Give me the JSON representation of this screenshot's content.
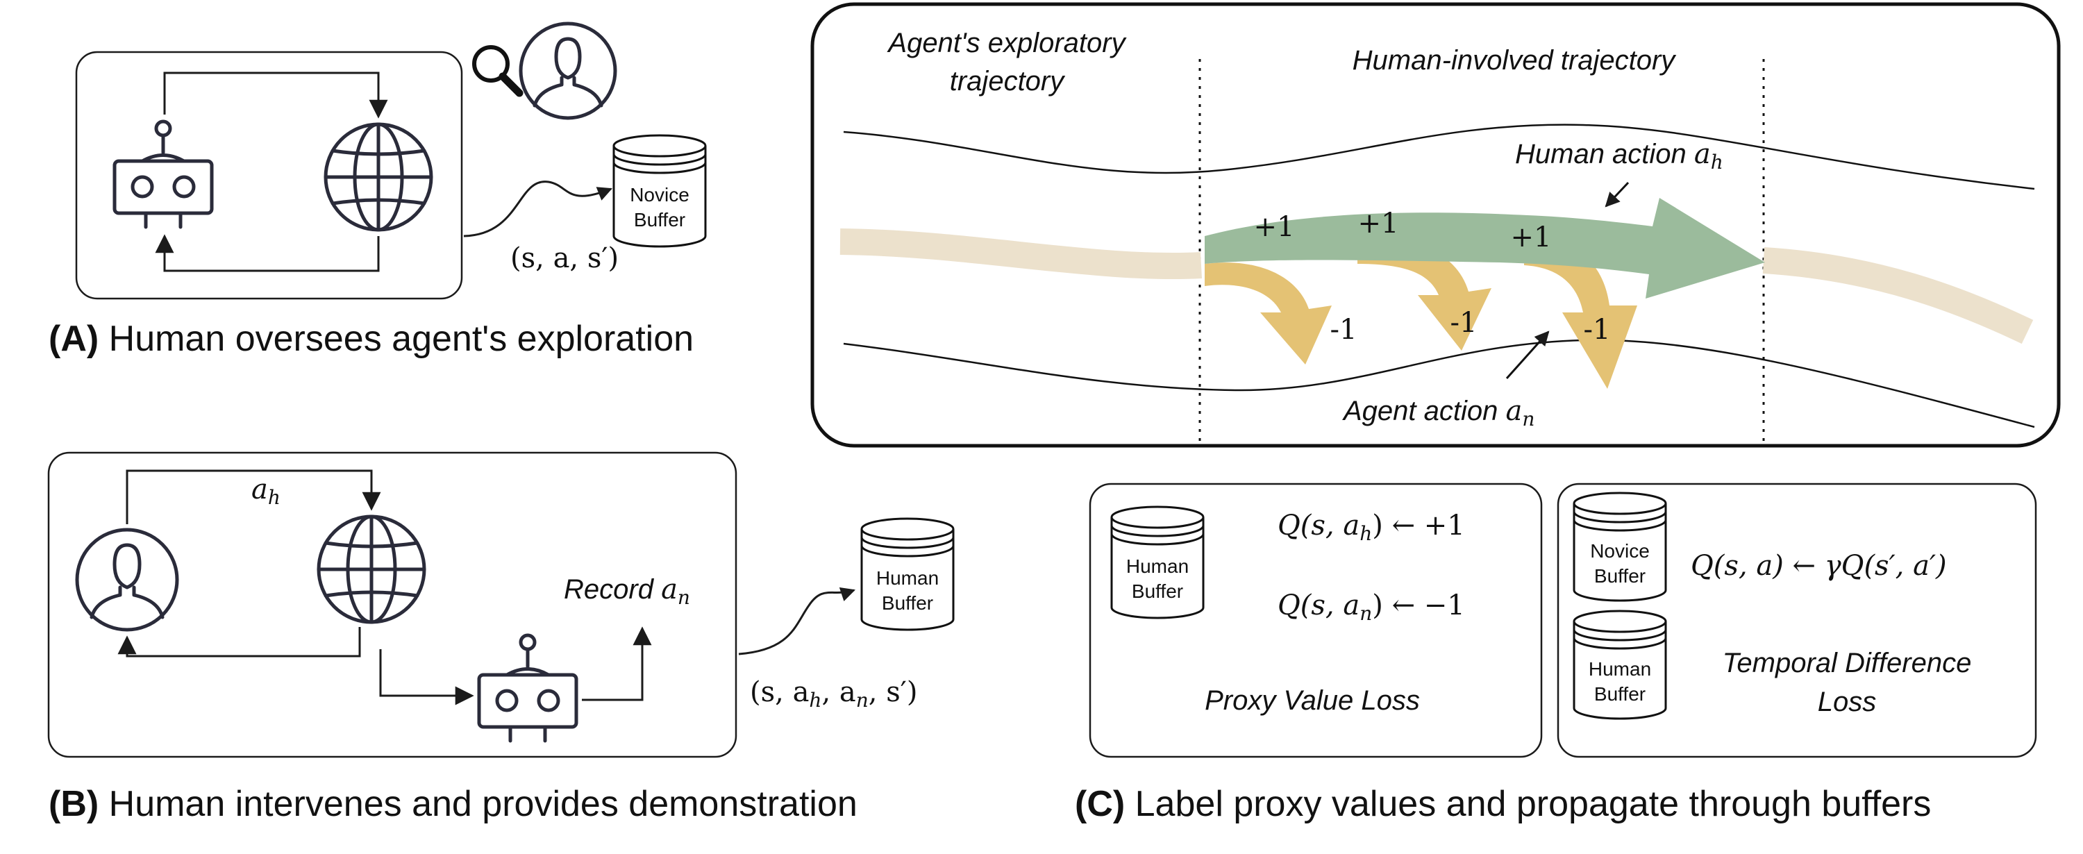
{
  "panel_a": {
    "caption_letter": "(A)",
    "caption_text": " Human oversees agent's exploration",
    "buffer_line1": "Novice",
    "buffer_line2": "Buffer",
    "tuple": "(s, a, s′)"
  },
  "panel_b": {
    "caption_letter": "(B)",
    "caption_text": " Human intervenes and provides demonstration",
    "human_action_label": "a",
    "human_action_sub": "h",
    "record_label": "Record ",
    "record_sym": "a",
    "record_sub": "n",
    "buffer_line1": "Human",
    "buffer_line2": "Buffer",
    "tuple_open": "(s, a",
    "tuple_sub1": "h",
    "tuple_mid": ", a",
    "tuple_sub2": "n",
    "tuple_close": ", s′)"
  },
  "panel_c_top": {
    "exploratory_line1": "Agent's exploratory",
    "exploratory_line2": "trajectory",
    "human_involved": "Human-involved trajectory",
    "human_action_text": "Human action ",
    "human_action_sym": "a",
    "human_action_sub": "h",
    "agent_action_text": "Agent action ",
    "agent_action_sym": "a",
    "agent_action_sub": "n",
    "plus_labels": [
      "+1",
      "+1",
      "+1"
    ],
    "minus_labels": [
      "-1",
      "-1",
      "-1"
    ],
    "colors": {
      "human": "#9bbb9c",
      "agent": "#e4c274",
      "explore": "#ece1cc"
    }
  },
  "panel_c_left": {
    "buffer_line1": "Human",
    "buffer_line2": "Buffer",
    "eq1_left": "Q(s, a",
    "eq1_sub": "h",
    "eq1_right": ") ← +1",
    "eq2_left": "Q(s, a",
    "eq2_sub": "n",
    "eq2_right": ") ← −1",
    "loss": "Proxy Value Loss"
  },
  "panel_c_right": {
    "novice_line1": "Novice",
    "novice_line2": "Buffer",
    "human_line1": "Human",
    "human_line2": "Buffer",
    "eq": "Q(s, a) ← γQ(s′, a′)",
    "loss_line1": "Temporal Difference",
    "loss_line2": "Loss"
  },
  "panel_c": {
    "caption_letter": "(C)",
    "caption_text": " Label proxy values and propagate through buffers"
  }
}
